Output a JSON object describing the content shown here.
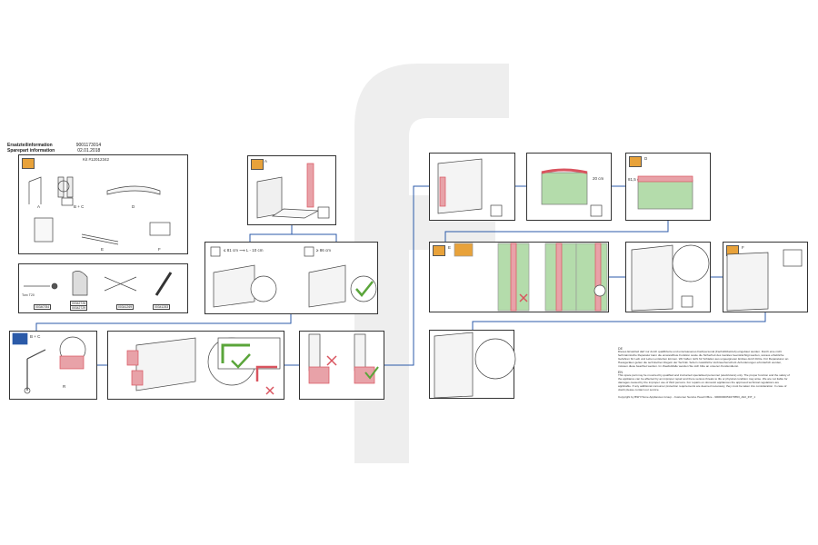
{
  "header": {
    "line1_label": "Ersatzteilinformation",
    "line1_value": "9001173014",
    "line2_label": "Sparepart information",
    "line2_value": "02.01.2018"
  },
  "kit": {
    "label": "Kit #12012342"
  },
  "parts_labels": {
    "a": "A",
    "bc": "B + C",
    "d": "D",
    "e": "E",
    "f": "F"
  },
  "tools": {
    "tool1_code": "00340784",
    "tool2_code_a": "00342726",
    "tool2_code_b": "00342729",
    "tool3_code": "00341269",
    "tool4_code": "00341283",
    "screwdriver_size": "Torx T20"
  },
  "step_labels": {
    "a": "A",
    "bc": "B + C",
    "r": "R",
    "d": "D",
    "e": "E",
    "f": "F",
    "dim_20": "20 cm",
    "dim_81": "81,5 cm",
    "dim_10": "10 cm"
  },
  "measure": {
    "left_text": "≤ 81 cm ⟶ L - 10 cm",
    "right_text": "≥ 86 cm"
  },
  "notes": {
    "de_head": "DE",
    "de_text": "Dieses Ersatzteil darf nur durch qualifizierte und unterwiesenes Fachpersonal (Fachdrittbetrieb) eingebaut werden. Durch eine nicht fachmännische Reparatur kann die einwandfreie Funktion sowie die Sicherheit des Gerätes beeinträchtigt werden, woraus erhebliche Gefahren für Leib und Leben entstehen können. Wir haften nicht für Schäden aus ungeeigneten Einbau durch Dritte. Für Reparaturen an Hausgeräten gelten die technischen Regeln der Technik. Sofern zusätzliche Verbraucherschutz-Anforderungen erforderlich werden, müssen diese beachtet werden. Im Zweifelsfalle wenden Sie sich bitte an unseren Kundendienst.",
    "en_head": "EN",
    "en_text": "This spare part may be mounted by qualified and instructed specialised personnel (electricians) only. The proper function and the safety of the appliance can be affected by an improper repair and there serious threats to life or physical condition may arise. We are not liable for damages caused by the improper use of third persons. For repairs on domestic appliances the approved technical regulations are applicable. If any additional consumer protection requirements are deemed necessary, they must be taken into consideration. In case of doubt please contact our service.",
    "copyright": "Copyright by BSH Home Appliances Group - Customer Service Head Office - 9000000051679553_A02_INT_1"
  },
  "colors": {
    "pink": "#e8a2a8",
    "red": "#d9545f",
    "green": "#5aa53a",
    "light_green": "#b4dcab",
    "orange": "#e8a23a",
    "blue": "#2b5aa8",
    "watermark": "#ececec"
  }
}
